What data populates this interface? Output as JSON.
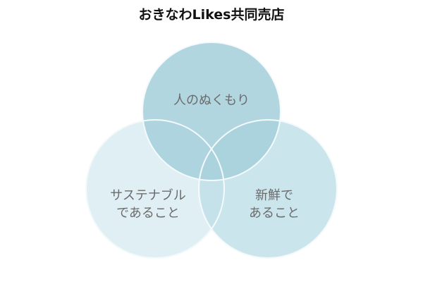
{
  "title": "おきなわLikes共同売店",
  "circles": [
    {
      "id": "top",
      "lines": [
        "人のぬくもり"
      ],
      "color": "#b2d6df"
    },
    {
      "id": "left",
      "lines": [
        "サステナブル",
        "であること"
      ],
      "color": "#e0eff4"
    },
    {
      "id": "right",
      "lines": [
        "新鮮で",
        "あること"
      ],
      "color": "#cce5ec"
    }
  ]
}
